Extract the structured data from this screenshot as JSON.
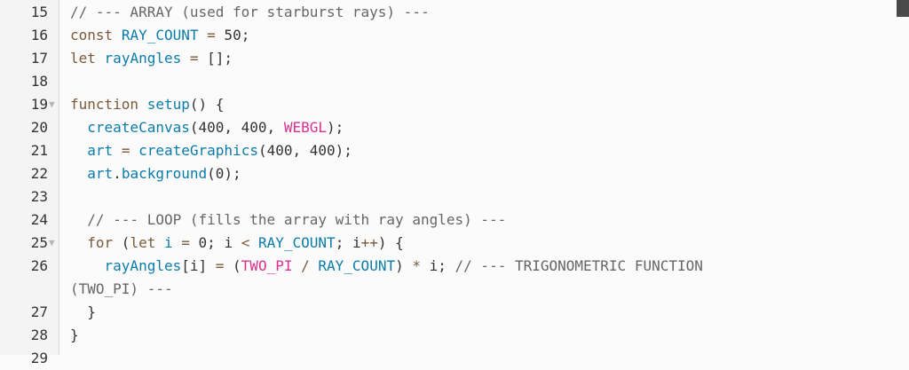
{
  "editor": {
    "lines": [
      {
        "num": "15",
        "fold": false,
        "tokens": [
          [
            "// --- ARRAY (used for starburst rays) ---",
            "c"
          ]
        ]
      },
      {
        "num": "16",
        "fold": false,
        "tokens": [
          [
            "const",
            "k"
          ],
          [
            " ",
            "n"
          ],
          [
            "RAY_COUNT",
            "v"
          ],
          [
            " ",
            "n"
          ],
          [
            "=",
            "o"
          ],
          [
            " 50;",
            "n"
          ]
        ]
      },
      {
        "num": "17",
        "fold": false,
        "tokens": [
          [
            "let",
            "k"
          ],
          [
            " ",
            "n"
          ],
          [
            "rayAngles",
            "v"
          ],
          [
            " ",
            "n"
          ],
          [
            "=",
            "o"
          ],
          [
            " [];",
            "n"
          ]
        ]
      },
      {
        "num": "18",
        "fold": false,
        "tokens": []
      },
      {
        "num": "19",
        "fold": true,
        "tokens": [
          [
            "function",
            "k"
          ],
          [
            " ",
            "n"
          ],
          [
            "setup",
            "v"
          ],
          [
            "() {",
            "n"
          ]
        ]
      },
      {
        "num": "20",
        "fold": false,
        "tokens": [
          [
            "  ",
            "n"
          ],
          [
            "createCanvas",
            "v"
          ],
          [
            "(400, 400, ",
            "n"
          ],
          [
            "WEBGL",
            "p"
          ],
          [
            ");",
            "n"
          ]
        ]
      },
      {
        "num": "21",
        "fold": false,
        "tokens": [
          [
            "  ",
            "n"
          ],
          [
            "art",
            "v"
          ],
          [
            " ",
            "n"
          ],
          [
            "=",
            "o"
          ],
          [
            " ",
            "n"
          ],
          [
            "createGraphics",
            "v"
          ],
          [
            "(400, 400);",
            "n"
          ]
        ]
      },
      {
        "num": "22",
        "fold": false,
        "tokens": [
          [
            "  ",
            "n"
          ],
          [
            "art",
            "v"
          ],
          [
            ".",
            "n"
          ],
          [
            "background",
            "v"
          ],
          [
            "(0);",
            "n"
          ]
        ]
      },
      {
        "num": "23",
        "fold": false,
        "tokens": []
      },
      {
        "num": "24",
        "fold": false,
        "tokens": [
          [
            "  // --- LOOP (fills the array with ray angles) ---",
            "c"
          ]
        ]
      },
      {
        "num": "25",
        "fold": true,
        "tokens": [
          [
            "  ",
            "n"
          ],
          [
            "for",
            "k"
          ],
          [
            " (",
            "n"
          ],
          [
            "let",
            "k"
          ],
          [
            " ",
            "n"
          ],
          [
            "i",
            "v"
          ],
          [
            " ",
            "n"
          ],
          [
            "=",
            "o"
          ],
          [
            " 0; i ",
            "n"
          ],
          [
            "<",
            "o"
          ],
          [
            " ",
            "n"
          ],
          [
            "RAY_COUNT",
            "v"
          ],
          [
            "; i",
            "n"
          ],
          [
            "++",
            "o"
          ],
          [
            ") {",
            "n"
          ]
        ]
      },
      {
        "num": "26",
        "fold": false,
        "tokens": [
          [
            "    ",
            "n"
          ],
          [
            "rayAngles",
            "v"
          ],
          [
            "[i] ",
            "n"
          ],
          [
            "=",
            "o"
          ],
          [
            " (",
            "n"
          ],
          [
            "TWO_PI",
            "p"
          ],
          [
            " ",
            "n"
          ],
          [
            "/",
            "o"
          ],
          [
            " ",
            "n"
          ],
          [
            "RAY_COUNT",
            "v"
          ],
          [
            ") ",
            "n"
          ],
          [
            "*",
            "o"
          ],
          [
            " i; ",
            "n"
          ],
          [
            "// --- TRIGONOMETRIC FUNCTION",
            "c"
          ]
        ]
      },
      {
        "num": "",
        "fold": false,
        "wrap": true,
        "tokens": [
          [
            "(TWO_PI) ---",
            "c"
          ]
        ]
      },
      {
        "num": "27",
        "fold": false,
        "tokens": [
          [
            "  }",
            "n"
          ]
        ]
      },
      {
        "num": "28",
        "fold": false,
        "tokens": [
          [
            "}",
            "n"
          ]
        ]
      },
      {
        "num": "29",
        "fold": false,
        "tokens": []
      }
    ]
  }
}
